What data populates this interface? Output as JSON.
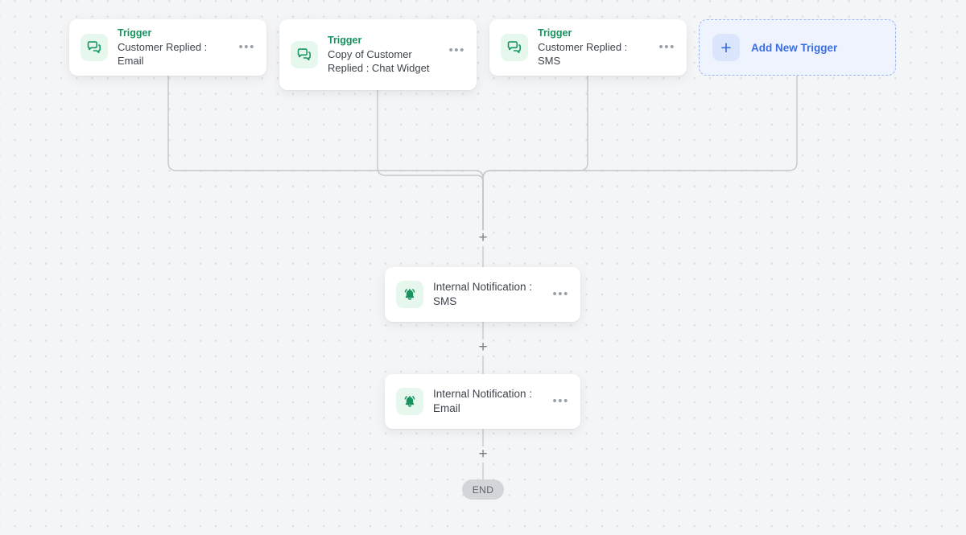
{
  "canvas": {
    "background_color": "#f4f5f7",
    "grid_dot_color": "#dcdee3",
    "connector_color": "#c4c7cd"
  },
  "triggers": [
    {
      "kicker": "Trigger",
      "label": "Customer Replied : Email",
      "icon": "chat-bubbles-icon",
      "menu": "•••",
      "accent_color": "#17935f"
    },
    {
      "kicker": "Trigger",
      "label": "Copy of Customer Replied : Chat Widget",
      "icon": "chat-bubbles-icon",
      "menu": "•••",
      "accent_color": "#17935f"
    },
    {
      "kicker": "Trigger",
      "label": "Customer Replied : SMS",
      "icon": "chat-bubbles-icon",
      "menu": "•••",
      "accent_color": "#17935f"
    }
  ],
  "add_trigger": {
    "label": "Add New Trigger",
    "icon": "plus-icon",
    "plus": "+",
    "color": "#3b6fe0",
    "background": "#eef3fe",
    "border_color": "#9cb6f5"
  },
  "actions": [
    {
      "label": "Internal Notification : SMS",
      "icon": "bell-icon",
      "menu": "•••"
    },
    {
      "label": "Internal Notification : Email",
      "icon": "bell-icon",
      "menu": "•••"
    }
  ],
  "add_step_handles": [
    {
      "glyph": "+",
      "position": "below-merge-junction"
    },
    {
      "glyph": "+",
      "position": "between-sms-and-email-notification"
    },
    {
      "glyph": "+",
      "position": "before-end"
    }
  ],
  "end_node": {
    "label": "END",
    "background": "#d3d5d9",
    "text_color": "#5e636b"
  }
}
